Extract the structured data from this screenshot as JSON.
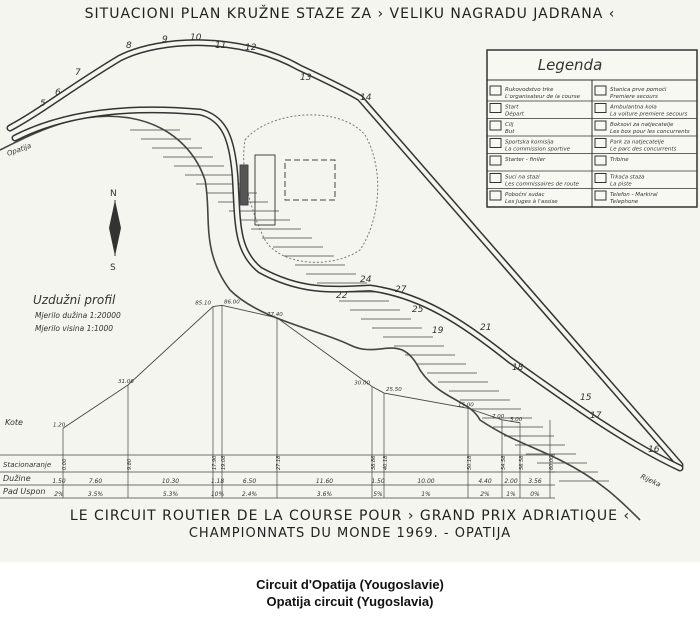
{
  "title_top": "SITUACIONI PLAN KRUŽNE STAZE ZA › VELIKU NAGRADU JADRANA ‹",
  "title_bottom_1": "LE CIRCUIT ROUTIER DE LA COURSE POUR › GRAND PRIX ADRIATIQUE ‹",
  "title_bottom_2": "CHAMPIONNATS DU MONDE 1969. - OPATIJA",
  "caption_1": "Circuit d'Opatija (Yougoslavie)",
  "caption_2": "Opatija circuit (Yugoslavia)",
  "compass": {
    "north": "N",
    "south": "S"
  },
  "legend": {
    "title": "Legenda",
    "items": [
      {
        "icon": "organizer-icon",
        "line1": "Rukovodstvo trke",
        "line2": "L'organisateur de la course"
      },
      {
        "icon": "first-aid-icon",
        "line1": "Stanica prve pomoći",
        "line2": "Premiere secours"
      },
      {
        "icon": "start-icon",
        "line1": "Start",
        "line2": "Départ"
      },
      {
        "icon": "ambulance-icon",
        "line1": "Ambulantna kola",
        "line2": "La voiture premiere secours"
      },
      {
        "icon": "finish-icon",
        "line1": "Cilj",
        "line2": "But"
      },
      {
        "icon": "pit-icon",
        "line1": "Boksovi za natjecatelje",
        "line2": "Les box pour les concurrents"
      },
      {
        "icon": "sport-commission-icon",
        "line1": "Sportska komisija",
        "line2": "La commission sportive"
      },
      {
        "icon": "park-icon",
        "line1": "Park za natjecatelje",
        "line2": "Le parc des concurrents"
      },
      {
        "icon": "starter-icon",
        "line1": "Starter - finiler",
        "line2": ""
      },
      {
        "icon": "grandstand-icon",
        "line1": "Tribine",
        "line2": ""
      },
      {
        "icon": "marshal-icon",
        "line1": "Suci na stazi",
        "line2": "Les commissaires de route"
      },
      {
        "icon": "track-icon",
        "line1": "Trkaća staza",
        "line2": "La piste"
      },
      {
        "icon": "judges-icon",
        "line1": "Pobočni sudac",
        "line2": "Les Juges à l'assise"
      },
      {
        "icon": "telephone-icon",
        "line1": "Telefon - Markiral",
        "line2": "Telephone"
      }
    ]
  },
  "map_labels": [
    "5",
    "6",
    "7",
    "8",
    "9",
    "10",
    "11",
    "12",
    "13",
    "14",
    "15",
    "16",
    "17",
    "18",
    "19",
    "21",
    "22",
    "24",
    "25",
    "27"
  ],
  "place_names": [
    "Opatija",
    "Rijeka"
  ],
  "profile": {
    "title": "Uzdužni profil",
    "scale_length": "Mjerilo dužina  1:20000",
    "scale_height": "Mjerilo visina  1:1000",
    "row_labels": [
      "Kote",
      "Stacionaranje",
      "Dužine",
      "Pad Uspon"
    ],
    "elevations": [
      "1.20",
      "31.06",
      "85.10",
      "86.00",
      "77.40",
      "30.00",
      "25.50",
      "15.00",
      "7.00",
      "5.00"
    ],
    "stations": [
      "0.00",
      "9.80",
      "17.90",
      "19.08",
      "27.18",
      "38.86",
      "40.18",
      "50.18",
      "54.58",
      "56.58",
      "60.00"
    ],
    "lengths": [
      "1.50",
      "7.60",
      "10.30",
      "1.18",
      "6.50",
      "11.60",
      "1.50",
      "10.00",
      "4.40",
      "2.00",
      "3.56"
    ],
    "grades": [
      "2%",
      "3.5%",
      "5.3%",
      "10%",
      "2.4%",
      "3.6%",
      "5%",
      "1%",
      "2%",
      "1%",
      "0%"
    ]
  }
}
